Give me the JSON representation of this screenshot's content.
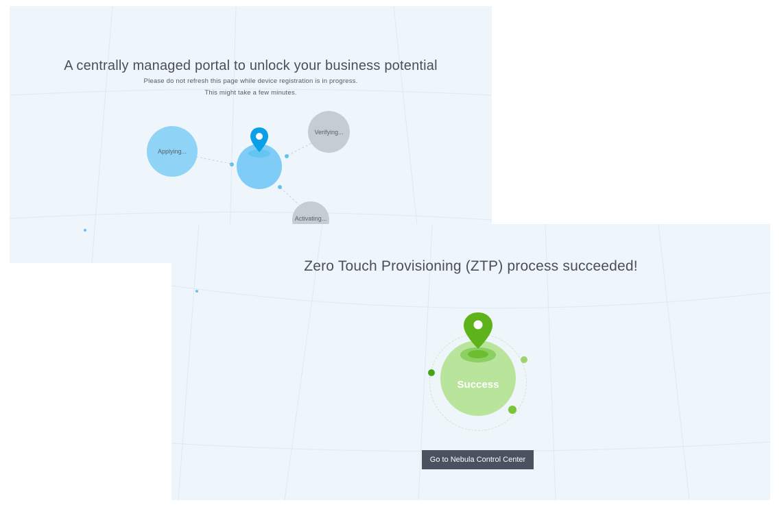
{
  "registration": {
    "title": "A centrally managed portal to unlock your business potential",
    "subtitle_line1": "Please do not refresh this page while device registration is in progress.",
    "subtitle_line2": "This might take a few minutes.",
    "steps": {
      "applying": "Applying...",
      "verifying": "Verifying...",
      "activating": "Activating..."
    }
  },
  "success": {
    "title": "Zero Touch Provisioning (ZTP) process succeeded!",
    "status_label": "Success",
    "button_label": "Go to Nebula Control Center"
  },
  "colors": {
    "panel_bg": "#eef5fb",
    "blue_pin": "#0a9fe6",
    "green_pin": "#5fb31a",
    "button_bg": "#4a5260"
  },
  "icons": {
    "registration_pin": "map-pin-icon",
    "success_pin": "map-pin-icon"
  }
}
